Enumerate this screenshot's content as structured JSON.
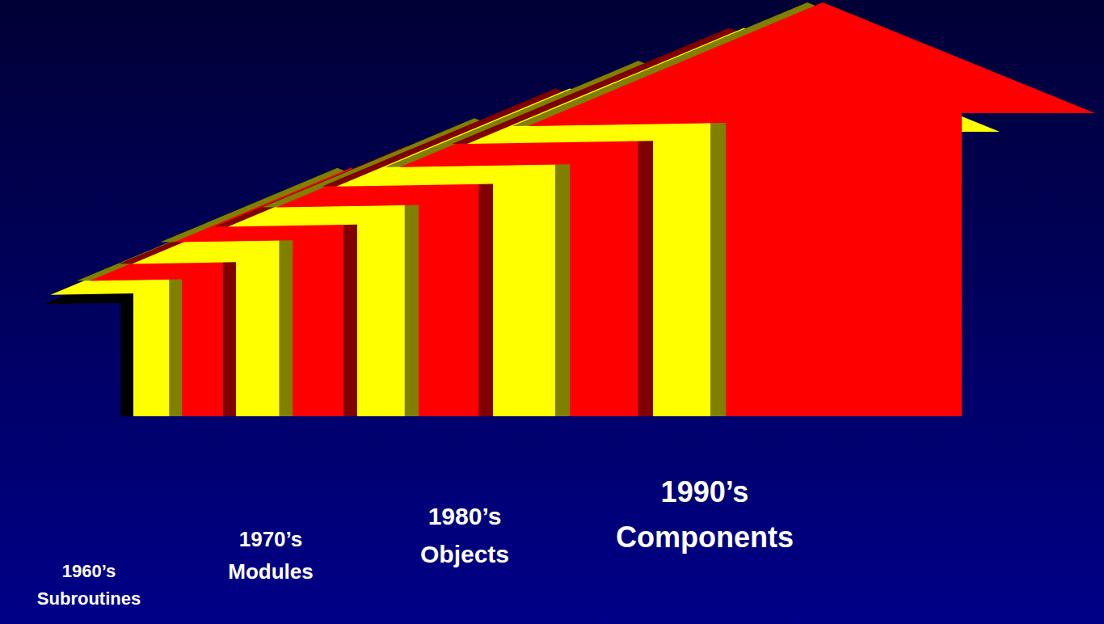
{
  "diagram": {
    "labels": [
      "1960’s Subroutines",
      "1970’s Modules",
      "1980’s Objects",
      "1990’s Components"
    ]
  }
}
